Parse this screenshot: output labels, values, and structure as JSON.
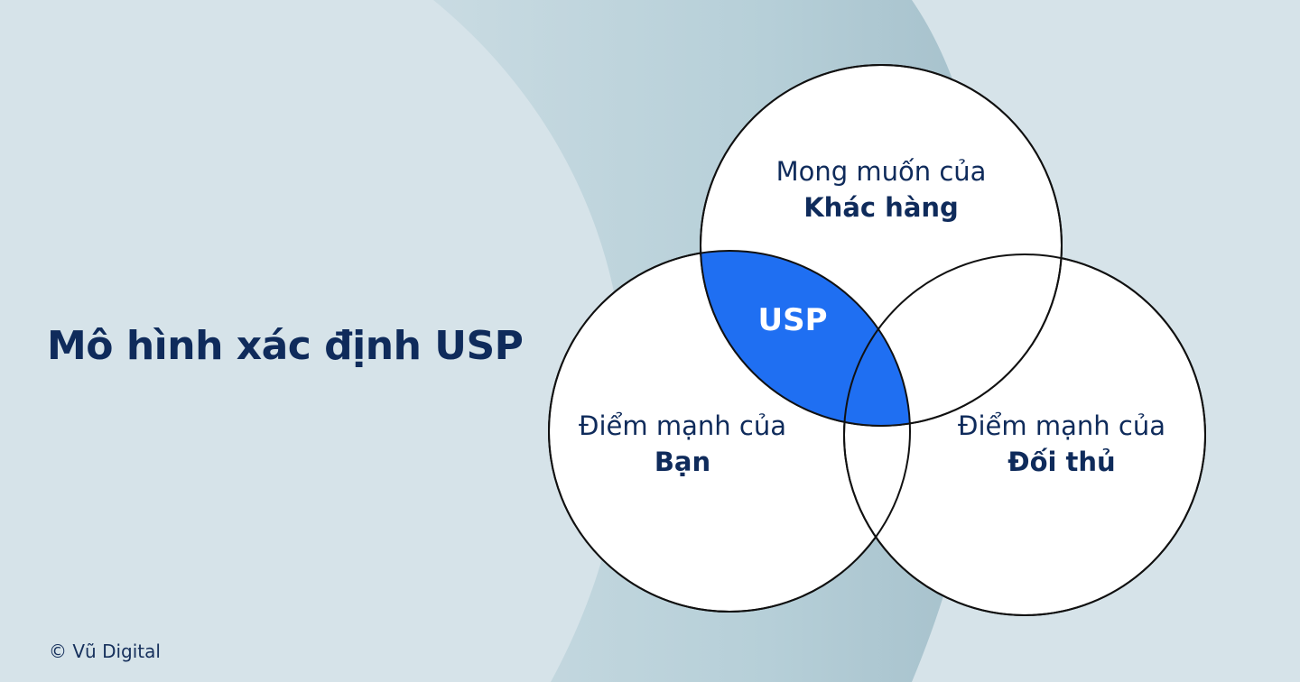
{
  "title": "Mô hình xác định USP",
  "copyright": "© Vũ Digital",
  "circles": {
    "top": {
      "line1": "Mong muốn của",
      "line2": "Khác hàng"
    },
    "left": {
      "line1": "Điểm mạnh của",
      "line2": "Bạn"
    },
    "right": {
      "line1": "Điểm mạnh của",
      "line2": "Đối thủ"
    }
  },
  "intersection_label": "USP",
  "colors": {
    "background": "#d6e3e9",
    "background_shape": "#a9c4ce",
    "title_text": "#0f2b5b",
    "usp_fill": "#1f6ff2",
    "circle_fill": "#ffffff",
    "circle_stroke": "#111111"
  }
}
